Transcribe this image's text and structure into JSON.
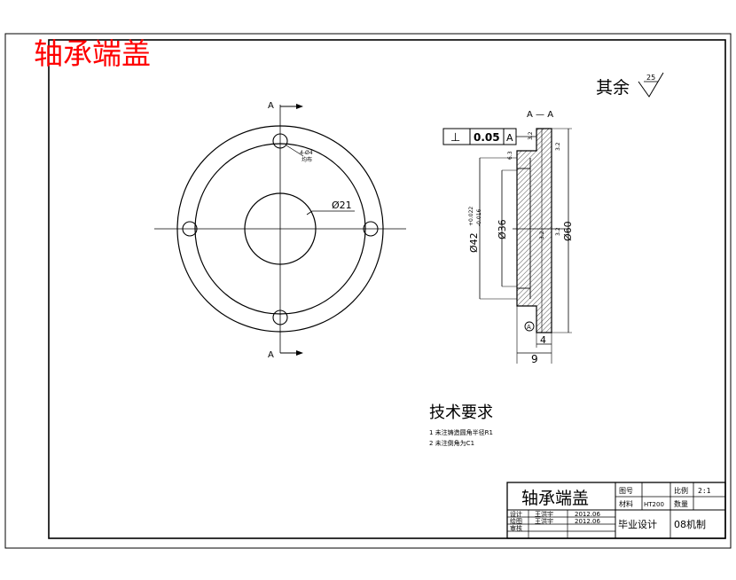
{
  "watermark_title": "轴承端盖",
  "roughness_note": {
    "label": "其余",
    "value": "25"
  },
  "front_view": {
    "section_mark_top": "A",
    "section_mark_bottom": "A",
    "center_hole_dia": "Ø21",
    "bolt_hole_note_line1": "4-Ø4",
    "bolt_hole_note_line2": "均布"
  },
  "section_view": {
    "title": "A — A",
    "tolerance_symbol": "⊥",
    "tolerance_value": "0.05",
    "datum": "A",
    "dim_outer": "Ø42",
    "dim_outer_upper": "+0.022",
    "dim_outer_lower": "-0.016",
    "dim_inner": "Ø36",
    "dim_flange": "Ø60",
    "dim_width": "9",
    "dim_step": "4",
    "roughness_a": "3.2",
    "roughness_b": "3.2",
    "roughness_c": "6.3",
    "roughness_d": "3.2",
    "roughness_e": "3.2",
    "datum_flag": "A"
  },
  "tech_requirements": {
    "heading": "技术要求",
    "items": [
      "1 未注铸造圆角半径R1",
      "2 未注倒角为C1"
    ]
  },
  "title_block": {
    "part_name": "轴承端盖",
    "drawing_no_label": "图号",
    "scale_label": "比例",
    "scale_value": "2:1",
    "material_label": "材料",
    "material_value": "HT200",
    "quantity_label": "数量",
    "designer_label": "设计",
    "designer_name": "王洪宇",
    "designer_date": "2012.06",
    "drafter_label": "绘图",
    "drafter_name": "王洪宇",
    "drafter_date": "2012.06",
    "reviewer_label": "审核",
    "project": "毕业设计",
    "class": "08机制"
  }
}
